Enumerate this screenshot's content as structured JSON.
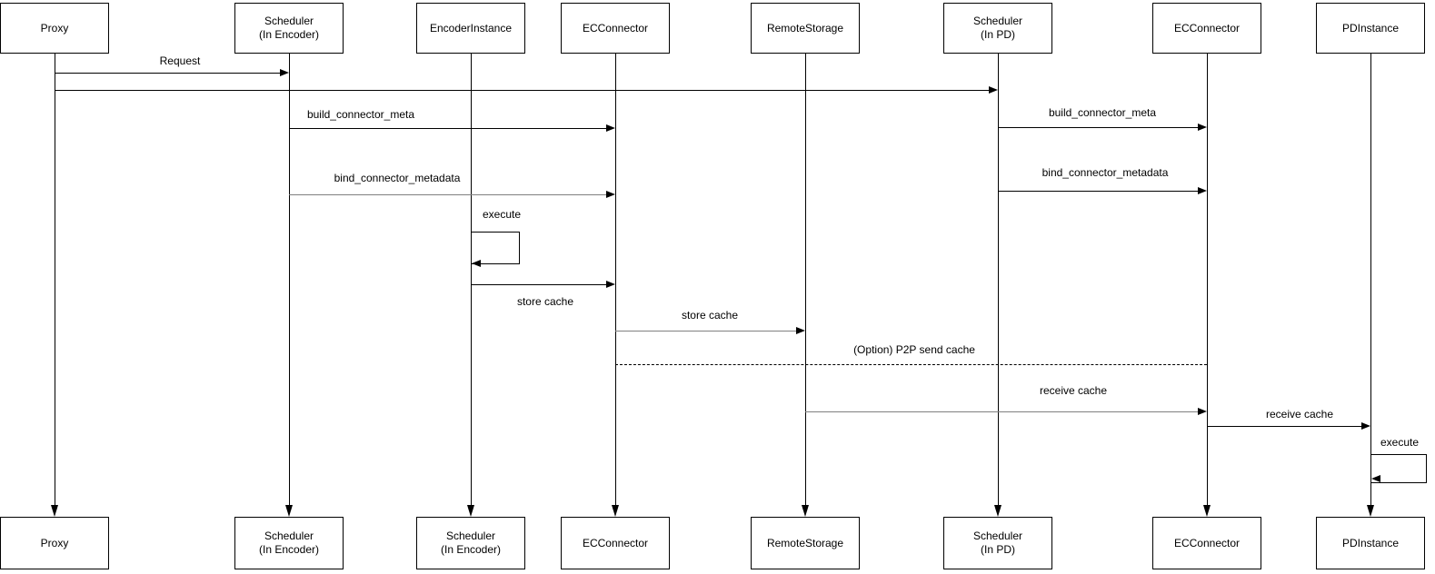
{
  "diagram_type": "uml-sequence-diagram",
  "colors": {
    "background": "#ffffff",
    "stroke": "#000000",
    "muted_stroke": "#808080",
    "text": "#000000"
  },
  "actors": [
    {
      "id": "proxy",
      "label": "Proxy",
      "bottom_label": "Proxy"
    },
    {
      "id": "scheduler-in-encoder",
      "label": "Scheduler\n(In Encoder)",
      "bottom_label": "Scheduler\n(In Encoder)"
    },
    {
      "id": "encoder-instance",
      "label": "EncoderInstance",
      "bottom_label": "Scheduler\n(In Encoder)"
    },
    {
      "id": "ec-connector-encoder",
      "label": "ECConnector",
      "bottom_label": "ECConnector"
    },
    {
      "id": "remote-storage",
      "label": "RemoteStorage",
      "bottom_label": "RemoteStorage"
    },
    {
      "id": "scheduler-in-pd",
      "label": "Scheduler\n(In PD)",
      "bottom_label": "Scheduler\n(In PD)"
    },
    {
      "id": "ec-connector-pd",
      "label": "ECConnector",
      "bottom_label": "ECConnector"
    },
    {
      "id": "pd-instance",
      "label": "PDInstance",
      "bottom_label": "PDInstance"
    }
  ],
  "messages": [
    {
      "label": "Request",
      "from": "Proxy",
      "to": "Scheduler (In Encoder)",
      "style": "solid-arrow"
    },
    {
      "label": "",
      "from": "Proxy",
      "to": "Scheduler (In PD)",
      "style": "solid-arrow"
    },
    {
      "label": "build_connector_meta",
      "from": "Scheduler (In Encoder)",
      "to": "ECConnector",
      "style": "solid-arrow"
    },
    {
      "label": "build_connector_meta",
      "from": "Scheduler (In PD)",
      "to": "ECConnector",
      "style": "solid-arrow"
    },
    {
      "label": "bind_connector_metadata",
      "from": "Scheduler (In Encoder)",
      "to": "ECConnector",
      "style": "solid-arrow"
    },
    {
      "label": "bind_connector_metadata",
      "from": "Scheduler (In PD)",
      "to": "ECConnector",
      "style": "solid-arrow"
    },
    {
      "label": "execute",
      "from": "EncoderInstance",
      "to": "EncoderInstance",
      "style": "self-call"
    },
    {
      "label": "store cache",
      "from": "EncoderInstance",
      "to": "ECConnector",
      "style": "solid-arrow"
    },
    {
      "label": "store cache",
      "from": "ECConnector",
      "to": "RemoteStorage",
      "style": "solid-arrow"
    },
    {
      "label": "(Option) P2P send cache",
      "from": "ECConnector",
      "to": "ECConnector",
      "style": "dashed-line"
    },
    {
      "label": "receive cache",
      "from": "RemoteStorage",
      "to": "ECConnector",
      "style": "solid-arrow"
    },
    {
      "label": "receive cache",
      "from": "ECConnector",
      "to": "PDInstance",
      "style": "solid-arrow"
    },
    {
      "label": "execute",
      "from": "PDInstance",
      "to": "PDInstance",
      "style": "self-call"
    }
  ]
}
